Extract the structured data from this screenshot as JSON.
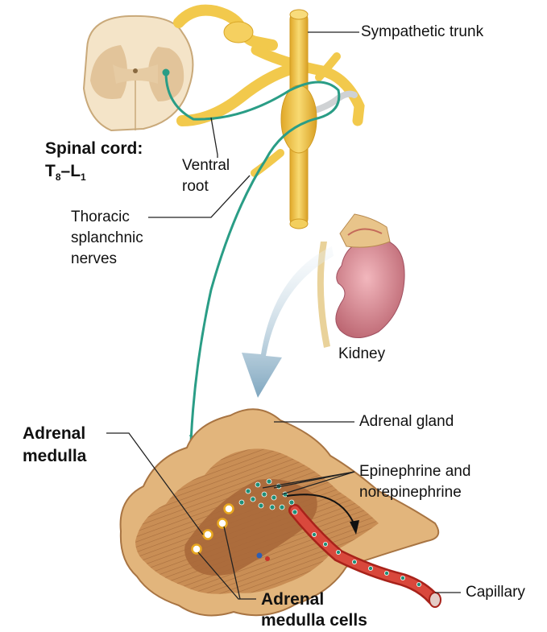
{
  "labels": {
    "sympathetic_trunk": "Sympathetic trunk",
    "spinal_cord_line1": "Spinal cord:",
    "spinal_cord_T": "T",
    "spinal_cord_T_sub": "8",
    "spinal_cord_dash": "–",
    "spinal_cord_L": "L",
    "spinal_cord_L_sub": "1",
    "ventral_root_line1": "Ventral",
    "ventral_root_line2": "root",
    "thoracic_line1": "Thoracic",
    "thoracic_line2": "splanchnic",
    "thoracic_line3": "nerves",
    "kidney": "Kidney",
    "adrenal_gland": "Adrenal gland",
    "adrenal_medulla_line1": "Adrenal",
    "adrenal_medulla_line2": "medulla",
    "epi_line1": "Epinephrine and",
    "epi_line2": "norepinephrine",
    "capillary": "Capillary",
    "medulla_cells_line1": "Adrenal",
    "medulla_cells_line2": "medulla cells"
  },
  "colors": {
    "nerve_yellow": "#f2c94c",
    "axon_green": "#2a9d86",
    "cortex_tan": "#d9a86a",
    "medulla_brown": "#a8683a",
    "kidney_pink": "#d98d98",
    "capillary_red": "#c9342a",
    "arrow_blue": "#8fb3c8"
  }
}
